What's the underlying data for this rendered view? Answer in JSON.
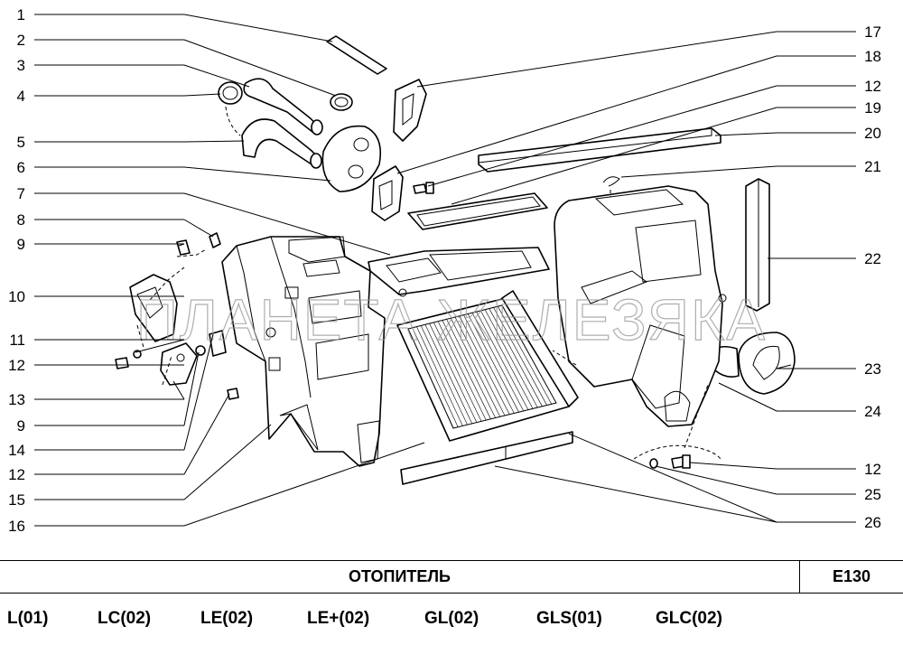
{
  "diagram": {
    "callouts_left": [
      "1",
      "2",
      "3",
      "4",
      "5",
      "6",
      "7",
      "8",
      "9",
      "10",
      "11",
      "12",
      "13",
      "9",
      "14",
      "12",
      "15",
      "16"
    ],
    "callouts_right": [
      "17",
      "18",
      "12",
      "19",
      "20",
      "21",
      "22",
      "23",
      "24",
      "12",
      "25",
      "26"
    ],
    "watermark": "ПЛАНЕТА ЖЕЛЕЗЯКА"
  },
  "title_bar": {
    "title": "ОТОПИТЕЛЬ",
    "code": "E130"
  },
  "models": [
    "L(01)",
    "LC(02)",
    "LE(02)",
    "LE+(02)",
    "GL(02)",
    "GLS(01)",
    "GLC(02)"
  ]
}
